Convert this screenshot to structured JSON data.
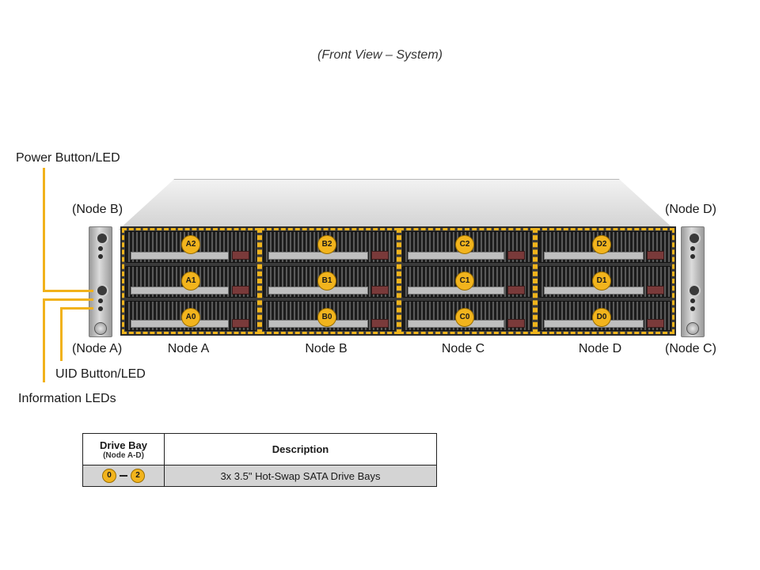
{
  "title": "(Front View – System)",
  "callouts": {
    "power": "Power Button/LED",
    "uid": "UID Button/LED",
    "info": "Information  LEDs"
  },
  "ear_labels": {
    "top_left": "(Node B)",
    "bottom_left": "(Node A)",
    "top_right": "(Node D)",
    "bottom_right": "(Node C)"
  },
  "nodes": [
    {
      "label": "Node A",
      "bays": [
        "A2",
        "A1",
        "A0"
      ]
    },
    {
      "label": "Node B",
      "bays": [
        "B2",
        "B1",
        "B0"
      ]
    },
    {
      "label": "Node C",
      "bays": [
        "C2",
        "C1",
        "C0"
      ]
    },
    {
      "label": "Node D",
      "bays": [
        "D2",
        "D1",
        "D0"
      ]
    }
  ],
  "legend": {
    "col1_title": "Drive Bay",
    "col1_sub": "(Node A-D)",
    "col2_title": "Description",
    "range_start": "0",
    "range_end": "2",
    "description": "3x 3.5\" Hot-Swap  SATA Drive  Bays"
  },
  "colors": {
    "accent": "#f2b41d",
    "callout_line": "#f1b21b"
  }
}
